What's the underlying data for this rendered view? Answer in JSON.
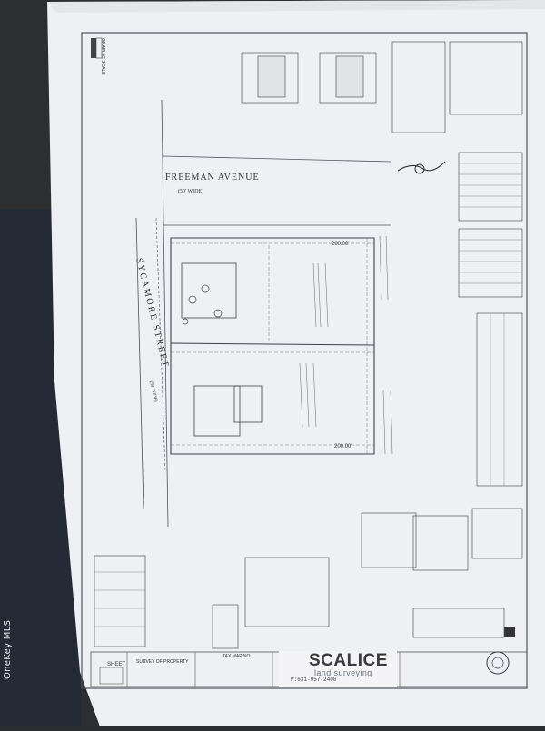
{
  "watermark": "OneKey MLS",
  "street_top": "FREEMAN AVENUE",
  "street_top_width": "(50' WIDE)",
  "street_left": "SYCAMORE STREET",
  "street_left_width": "(50' WIDE)",
  "dim_200": "200.00'",
  "title_block": {
    "title": "SURVEY OF PROPERTY",
    "company": "SCALICE",
    "company_sub": "land surveying",
    "contact": "P:631-957-2400",
    "sheet": "SHEET",
    "tax_map": "TAX MAP NO."
  },
  "graphic_scale": "GRAPHIC SCALE",
  "colors": {
    "paper": "#eef0f3",
    "line": "#555a62",
    "background": "#2b2d2f",
    "brand_blue": "#2a6bb0"
  }
}
